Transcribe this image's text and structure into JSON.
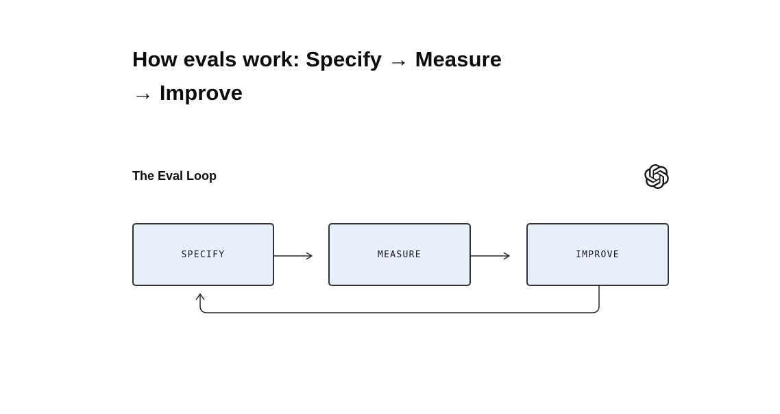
{
  "header": {
    "title_line1": "How evals work: Specify → Measure",
    "title_line2": "→ Improve"
  },
  "diagram": {
    "section_label": "The Eval Loop",
    "logo": "openai-logo",
    "boxes": [
      {
        "id": "specify",
        "label": "SPECIFY"
      },
      {
        "id": "measure",
        "label": "MEASURE"
      },
      {
        "id": "improve",
        "label": "IMPROVE"
      }
    ],
    "connections": [
      {
        "from": "SPECIFY",
        "to": "MEASURE",
        "style": "straight-arrow"
      },
      {
        "from": "MEASURE",
        "to": "IMPROVE",
        "style": "straight-arrow"
      },
      {
        "from": "IMPROVE",
        "to": "SPECIFY",
        "style": "loop-back-arrow"
      }
    ],
    "colors": {
      "box_fill": "#E9F0FC",
      "box_border": "#2E3338",
      "line": "#24282C",
      "box_text": "#16191D",
      "title_text": "#0B0C0E",
      "background": "#FFFFFF"
    }
  }
}
